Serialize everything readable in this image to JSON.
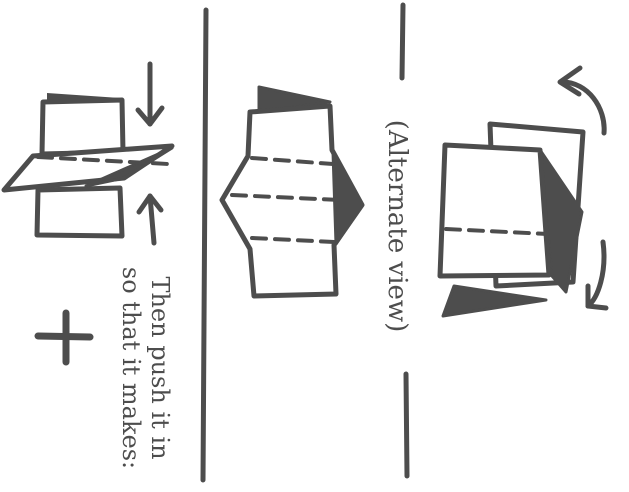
{
  "instruction": {
    "line1": "Then push it in",
    "line2": "so that it makes:"
  },
  "alternate_label": "(Alternate view)",
  "colors": {
    "ink": "#4d4d4d",
    "paper": "#ffffff"
  },
  "icons": [
    "plus-icon",
    "arrow-down-icon",
    "arrow-up-icon",
    "rotate-arrow-icon"
  ]
}
